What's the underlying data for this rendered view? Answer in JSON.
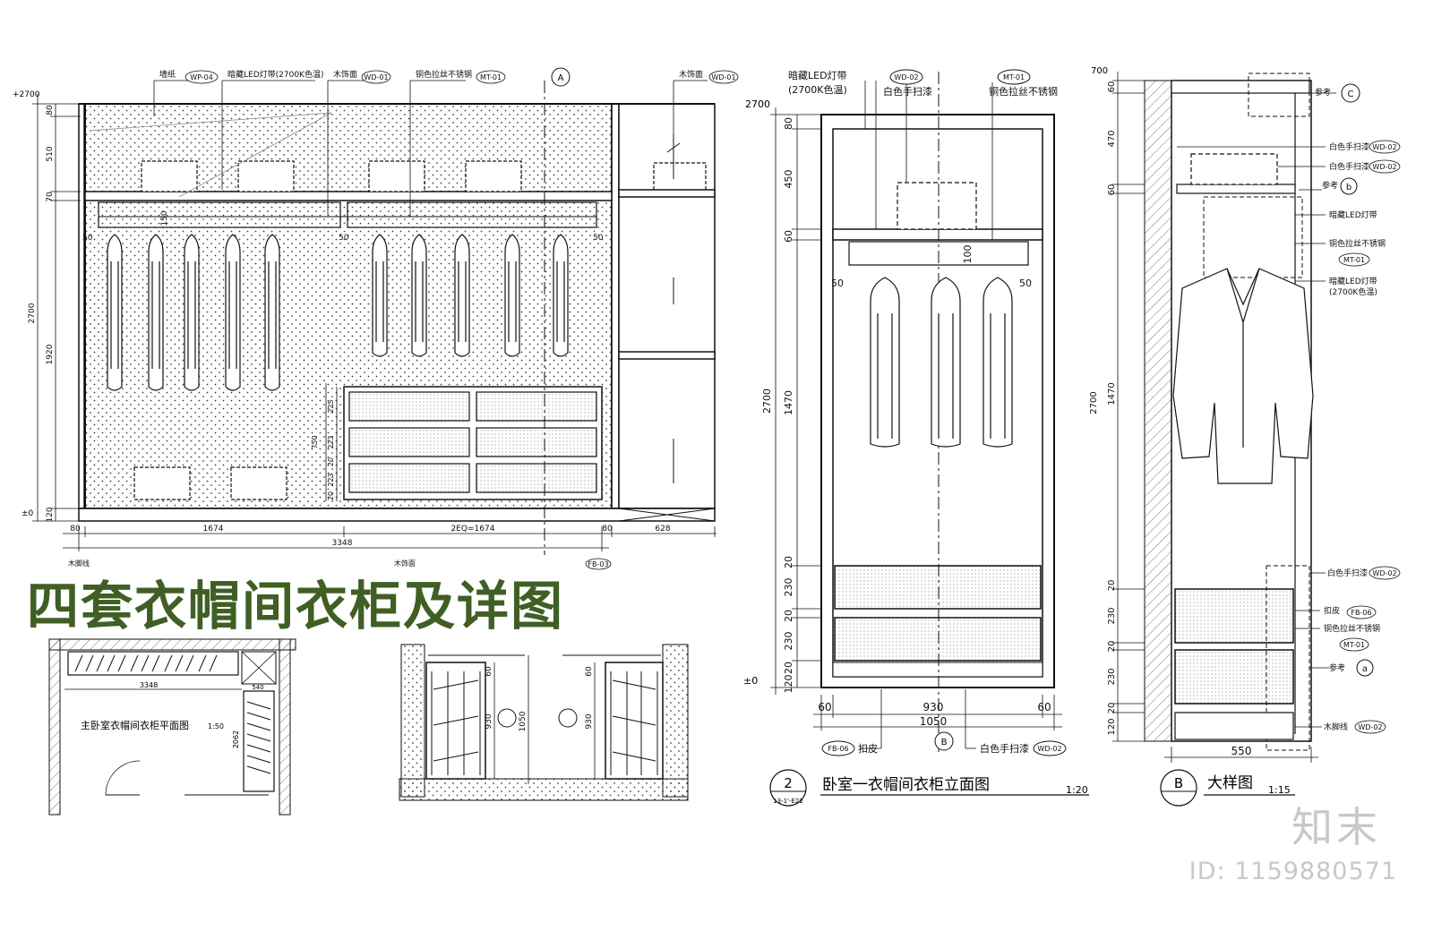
{
  "title": "四套衣帽间衣柜及详图",
  "brand": {
    "name": "知末",
    "id_label": "ID: 1159880571"
  },
  "elev1": {
    "notes": [
      "墙纸",
      "暗藏LED灯带(2700K色温)",
      "木饰面",
      "铜色拉丝不锈钢",
      "木饰面"
    ],
    "codes": [
      "WP-04",
      "WD-01",
      "MT-01",
      "WD-01"
    ],
    "dims_v": [
      "80",
      "510",
      "70",
      "150",
      "1920",
      "120"
    ],
    "dims_h": [
      "80",
      "1674",
      "2EQ=1674",
      "80",
      "628"
    ],
    "overall": "3348",
    "height": "2700",
    "level_top": "+2700",
    "level_zero": "±0",
    "hang": [
      "50",
      "50",
      "50"
    ],
    "drawer": [
      "750",
      "225",
      "223",
      "20",
      "223",
      "20"
    ],
    "bottom_notes": [
      "木脚线",
      "木饰面"
    ],
    "bottom_codes": [
      "FB-03"
    ],
    "section_mark": "A"
  },
  "plan": {
    "title": "主卧室衣帽间衣柜平面图",
    "scale": "1:50",
    "dims": [
      "3348",
      "540",
      "2062"
    ]
  },
  "detail_a": {
    "dims": [
      "60",
      "930",
      "1050",
      "60",
      "930"
    ]
  },
  "elev2": {
    "notes": [
      "暗藏LED灯带",
      "(2700K色温)",
      "白色手扫漆",
      "铜色拉丝不锈钢",
      "扣皮",
      "白色手扫漆"
    ],
    "codes": [
      "WD-02",
      "MT-01",
      "FB-06",
      "WD-02"
    ],
    "dims_v": [
      "80",
      "450",
      "60",
      "1470",
      "20",
      "230",
      "20",
      "230",
      "20",
      "120"
    ],
    "height": "2700",
    "level_top": "2700",
    "level_zero": "±0",
    "hang": [
      "50",
      "50",
      "100"
    ],
    "dims_h": [
      "60",
      "930",
      "60",
      "1050"
    ],
    "title": "卧室一衣帽间衣柜立面图",
    "scale": "1:20",
    "num": "2",
    "ref": "13-1'-E22",
    "section_mark": "B"
  },
  "detail_b": {
    "notes": [
      "参考",
      "白色手扫漆",
      "白色手扫漆",
      "参考",
      "暗藏LED灯带",
      "铜色拉丝不锈钢",
      "暗藏LED灯带",
      "(2700K色温)",
      "白色手扫漆",
      "扣皮",
      "铜色拉丝不锈钢",
      "参考",
      "木脚线"
    ],
    "codes": [
      "WD-02",
      "WD-02",
      "MT-01",
      "WD-02",
      "FB-06",
      "MT-01",
      "WD-02"
    ],
    "refs": [
      "C",
      "b",
      "a"
    ],
    "dims_v": [
      "60",
      "470",
      "60",
      "1470",
      "20",
      "230",
      "20",
      "230",
      "20",
      "120"
    ],
    "height": "2700",
    "level_top": "700",
    "width": "550",
    "title": "大样图",
    "scale": "1:15",
    "num": "B"
  }
}
